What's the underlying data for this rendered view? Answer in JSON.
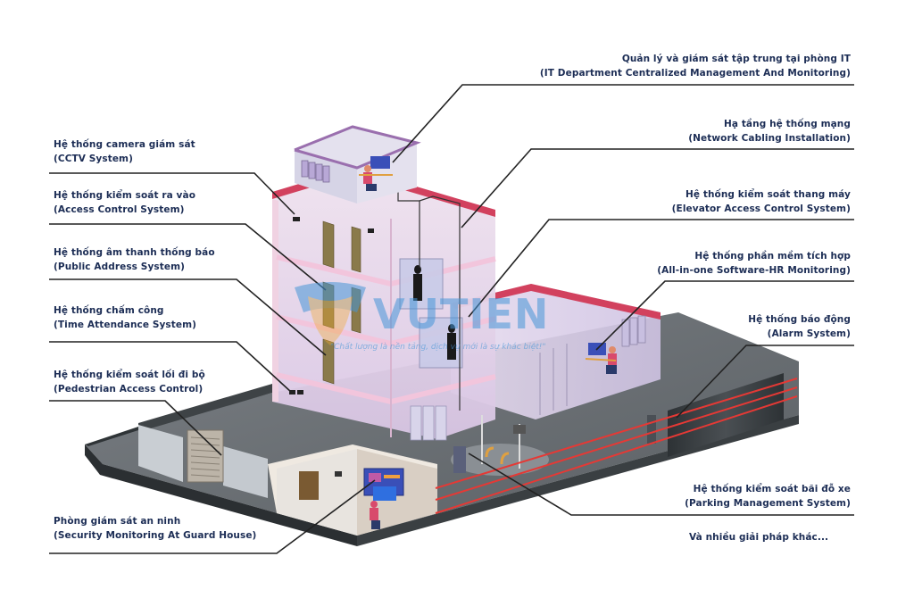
{
  "watermark": {
    "brand": "VUTIEN",
    "slogan": "\"Chất lượng là nền tảng, dịch vụ mới là sự khác biệt!\""
  },
  "labels_left": [
    {
      "id": "cctv",
      "vi": "Hệ thống camera giám sát",
      "en": "(CCTV System)"
    },
    {
      "id": "access-control",
      "vi": "Hệ thống kiểm soát ra vào",
      "en": "(Access Control System)"
    },
    {
      "id": "public-address",
      "vi": "Hệ thống âm thanh thống báo",
      "en": "(Public Address System)"
    },
    {
      "id": "time-attendance",
      "vi": "Hệ thống chấm công",
      "en": "(Time Attendance System)"
    },
    {
      "id": "pedestrian",
      "vi": "Hệ thống kiểm soát lối đi bộ",
      "en": "(Pedestrian Access Control)"
    },
    {
      "id": "guard-house",
      "vi": "Phòng giám sát an ninh",
      "en": "(Security Monitoring At Guard House)"
    }
  ],
  "labels_right": [
    {
      "id": "it-department",
      "vi": "Quản lý và giám sát tập trung tại phòng IT",
      "en": "(IT Department Centralized Management And Monitoring)"
    },
    {
      "id": "network",
      "vi": "Hạ tầng hệ thống mạng",
      "en": "(Network Cabling Installation)"
    },
    {
      "id": "elevator",
      "vi": "Hệ thống kiểm soát thang máy",
      "en": "(Elevator Access Control System)"
    },
    {
      "id": "software-hr",
      "vi": "Hệ thống phần mềm tích hợp",
      "en": "(All-in-one Software-HR Monitoring)"
    },
    {
      "id": "alarm",
      "vi": "Hệ thống báo động",
      "en": "(Alarm System)"
    },
    {
      "id": "parking",
      "vi": "Hệ thống kiểm soát bãi đỗ xe",
      "en": "(Parking Management System)"
    }
  ],
  "footer_note": "Và nhiều giải pháp khác...",
  "colors": {
    "label_text": "#1c2d55",
    "leader_line": "#222222",
    "roof_accent": "#d2415e",
    "wall_tint": "#e9d6e6",
    "ground": "#5f6468",
    "alarm_beam": "#e53935",
    "watermark": "#4696d7"
  }
}
